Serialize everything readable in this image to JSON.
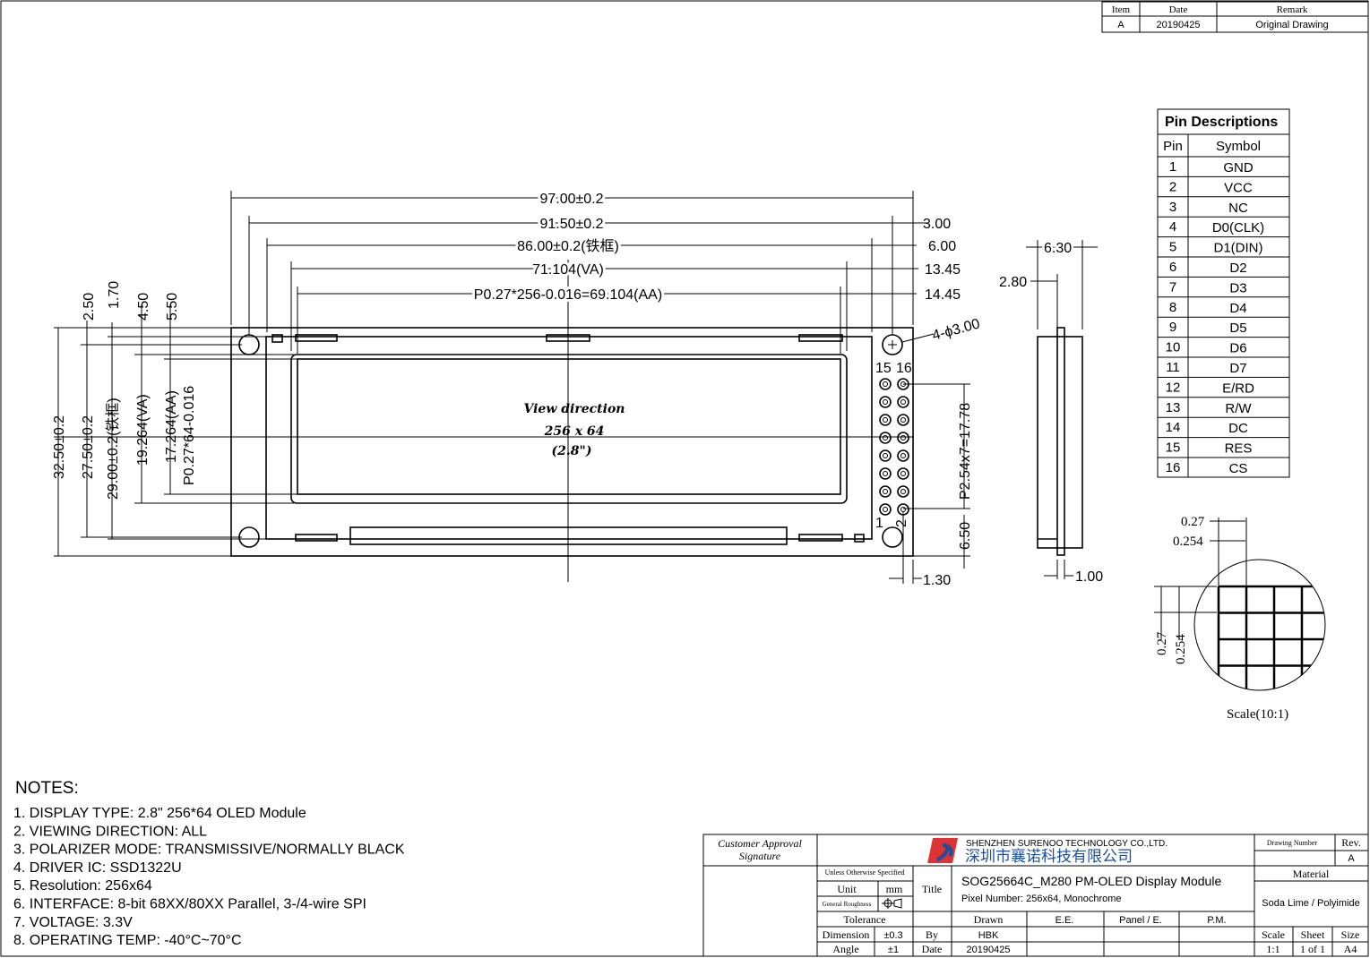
{
  "revision": {
    "headers": [
      "Item",
      "Date",
      "Remark"
    ],
    "row": [
      "A",
      "20190425",
      "Original Drawing"
    ]
  },
  "pins": {
    "title": "Pin Descriptions",
    "headers": [
      "Pin",
      "Symbol"
    ],
    "rows": [
      [
        "1",
        "GND"
      ],
      [
        "2",
        "VCC"
      ],
      [
        "3",
        "NC"
      ],
      [
        "4",
        "D0(CLK)"
      ],
      [
        "5",
        "D1(DIN)"
      ],
      [
        "6",
        "D2"
      ],
      [
        "7",
        "D3"
      ],
      [
        "8",
        "D4"
      ],
      [
        "9",
        "D5"
      ],
      [
        "10",
        "D6"
      ],
      [
        "11",
        "D7"
      ],
      [
        "12",
        "E/RD"
      ],
      [
        "13",
        "R/W"
      ],
      [
        "14",
        "DC"
      ],
      [
        "15",
        "RES"
      ],
      [
        "16",
        "CS"
      ]
    ]
  },
  "dims": {
    "w_outline": "97.00±0.2",
    "w_holes": "91.50±0.2",
    "w_frame": "86.00±0.2(铁框)",
    "w_va": "71.104(VA)",
    "w_aa": "P0.27*256-0.016=69.104(AA)",
    "r_3": "3.00",
    "r_6": "6.00",
    "r_1345": "13.45",
    "r_1445": "14.45",
    "hole": "4-ϕ3.00",
    "h_outline": "32.50±0.2",
    "h_holes": "27.50±0.2",
    "h_frame": "29.00±0.2(铁框)",
    "h_va": "19.264(VA)",
    "h_aa": "17.264(AA)",
    "h_aa_formula": "P0.27*64-0.016",
    "t_250": "2.50",
    "t_170": "1.70",
    "t_450": "4.50",
    "t_550": "5.50",
    "pin_pitch": "P2.54x7=17.78",
    "pin_650": "6.50",
    "pin_130": "1.30",
    "pin_15": "15",
    "pin_16": "16",
    "pin_1": "1",
    "pin_2": "2",
    "side_630": "6.30",
    "side_280": "2.80",
    "side_100": "1.00",
    "pix_027": "0.27",
    "pix_0254": "0.254",
    "scale": "Scale(10:1)"
  },
  "display": {
    "line1": "View direction",
    "line2": "256 x 64",
    "line3": "(2.8\")"
  },
  "notes": {
    "title": "NOTES:",
    "items": [
      "1. DISPLAY TYPE: 2.8\" 256*64 OLED Module",
      "2. VIEWING DIRECTION: ALL",
      "3. POLARIZER MODE: TRANSMISSIVE/NORMALLY BLACK",
      "4. DRIVER IC: SSD1322U",
      "5. Resolution: 256x64",
      "6. INTERFACE: 8-bit 68XX/80XX Parallel, 3-/4-wire SPI",
      "7. VOLTAGE: 3.3V",
      "8. OPERATING TEMP: -40°C~70°C"
    ]
  },
  "titleblock": {
    "approval": "Customer Approval",
    "signature": "Signature",
    "company_en": "SHENZHEN SURENOO TECHNOLOGY CO.,LTD.",
    "company_cn": "深圳市襄诺科技有限公司",
    "drawing_number": "Drawing Number",
    "rev": "Rev.",
    "rev_val": "A",
    "unless": "Unless Otherwise Specified",
    "unit": "Unit",
    "unit_val": "mm",
    "roughness": "General Roughness",
    "title_label": "Title",
    "title": "SOG25664C_M280 PM-OLED Display Module",
    "subtitle": "Pixel Number: 256x64, Monochrome",
    "material": "Material",
    "material_val": "Soda Lime / Polyimide",
    "tolerance": "Tolerance",
    "drawn": "Drawn",
    "ee": "E.E.",
    "panel": "Panel / E.",
    "pm": "P.M.",
    "dimension": "Dimension",
    "dim_val": "±0.3",
    "angle": "Angle",
    "angle_val": "±1",
    "by": "By",
    "by_val": "HBK",
    "date": "Date",
    "date_val": "20190425",
    "scale": "Scale",
    "scale_val": "1:1",
    "sheet": "Sheet",
    "sheet_val": "1 of 1",
    "size": "Size",
    "size_val": "A4"
  }
}
